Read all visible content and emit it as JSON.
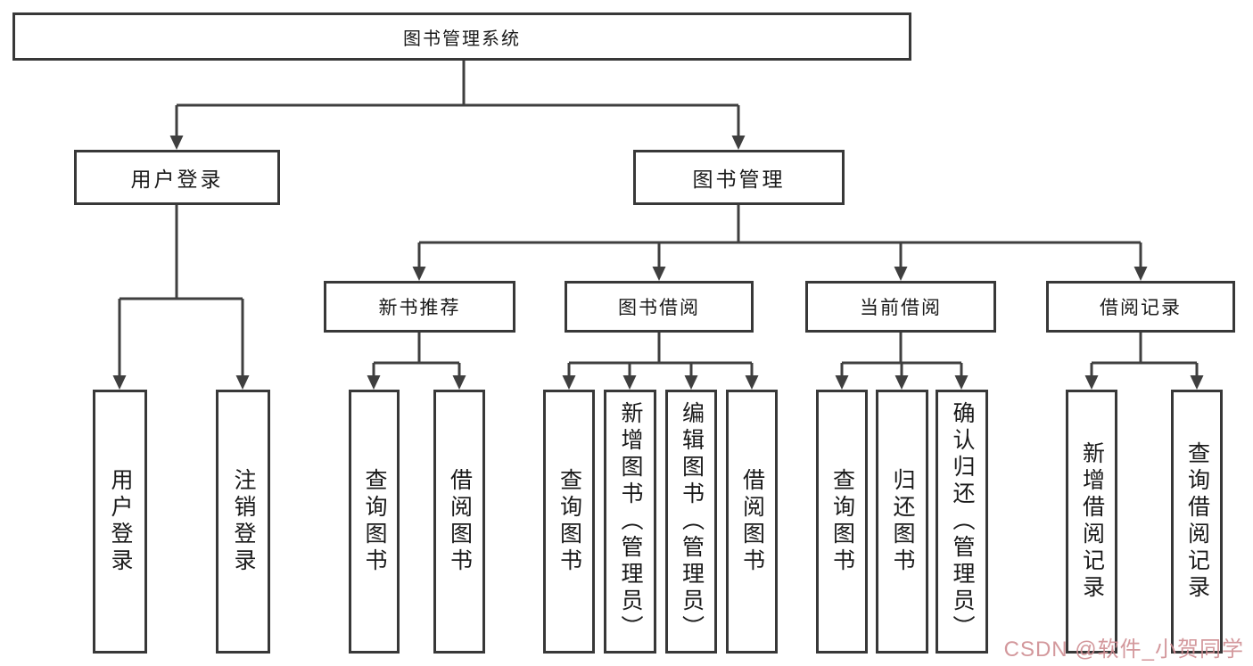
{
  "diagram": {
    "root": "图书管理系统",
    "level2": [
      "用户登录",
      "图书管理"
    ],
    "level3": [
      "新书推荐",
      "图书借阅",
      "当前借阅",
      "借阅记录"
    ],
    "leaves": {
      "login": [
        "用户登录",
        "注销登录"
      ],
      "newbook": [
        "查询图书",
        "借阅图书"
      ],
      "borrow": [
        "查询图书",
        "新增图书（管理员）",
        "编辑图书（管理员）",
        "借阅图书"
      ],
      "current": [
        "查询图书",
        "归还图书",
        "确认归还（管理员）"
      ],
      "records": [
        "新增借阅记录",
        "查询借阅记录"
      ]
    }
  },
  "watermark": "CSDN @软件_小贺同学",
  "colors": {
    "line": "#3f3f3f",
    "border": "#383838",
    "background": "#ffffff",
    "text": "#1a1a1a",
    "watermark": "#cf8d92"
  }
}
